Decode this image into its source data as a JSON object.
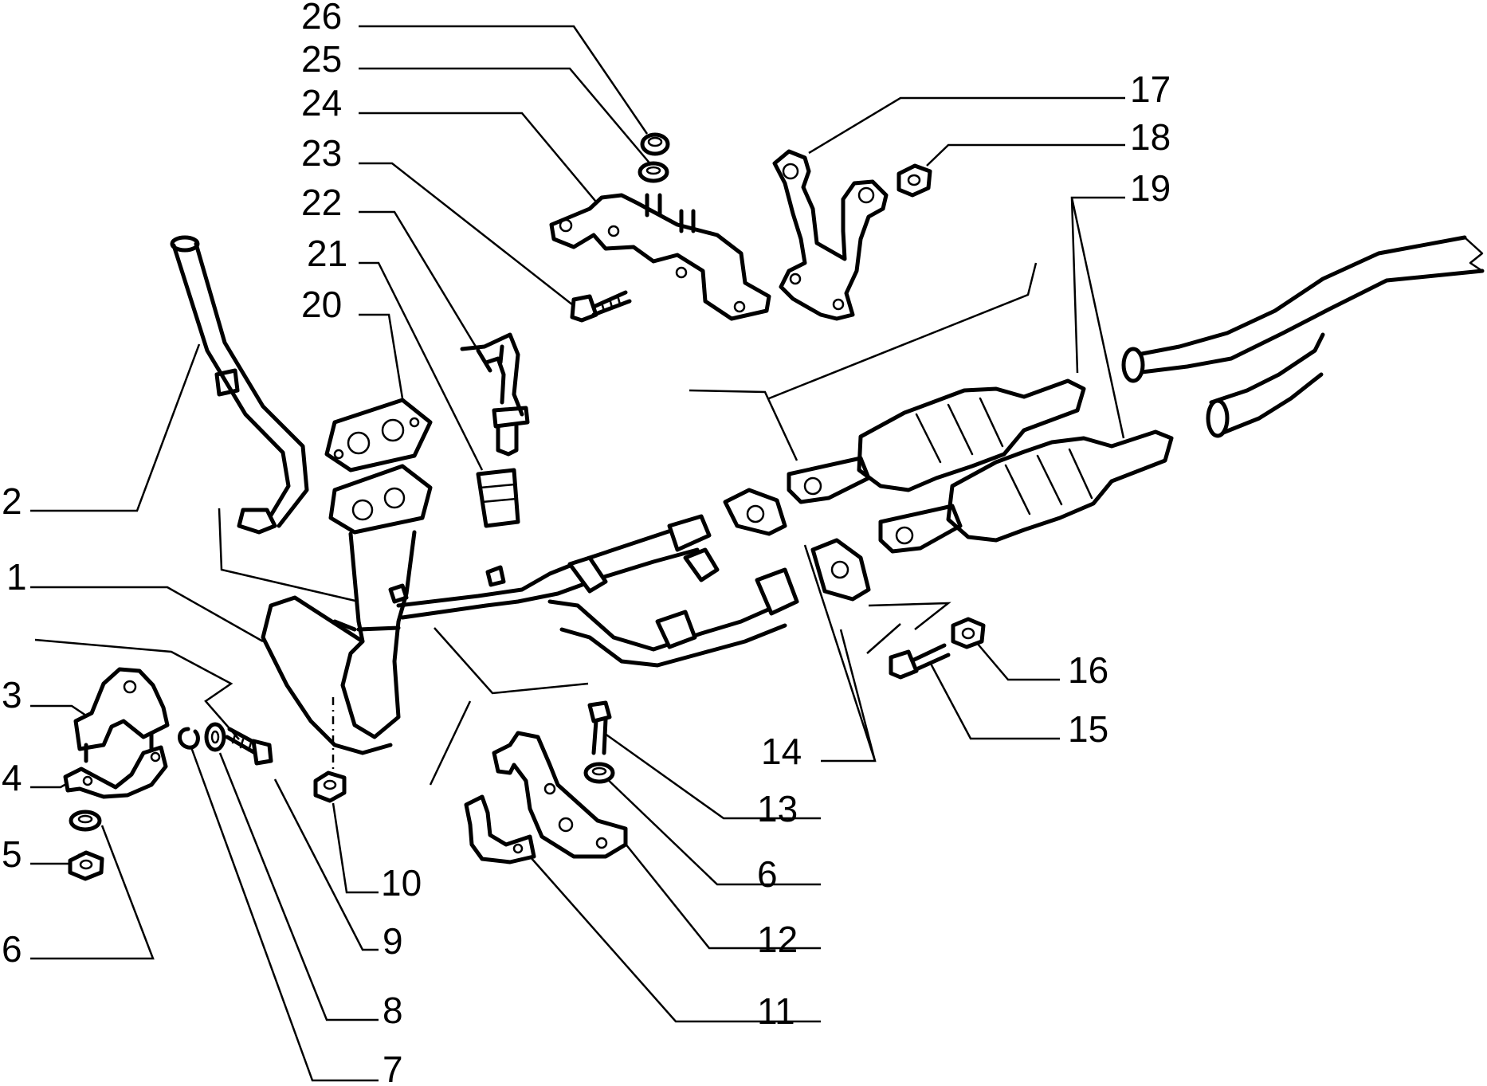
{
  "diagram": {
    "callouts": [
      {
        "id": "c26",
        "label": "26"
      },
      {
        "id": "c25",
        "label": "25"
      },
      {
        "id": "c24",
        "label": "24"
      },
      {
        "id": "c23",
        "label": "23"
      },
      {
        "id": "c22",
        "label": "22"
      },
      {
        "id": "c21",
        "label": "21"
      },
      {
        "id": "c20",
        "label": "20"
      },
      {
        "id": "c17",
        "label": "17"
      },
      {
        "id": "c18",
        "label": "18"
      },
      {
        "id": "c19",
        "label": "19"
      },
      {
        "id": "c2",
        "label": "2"
      },
      {
        "id": "c1",
        "label": "1"
      },
      {
        "id": "c3",
        "label": "3"
      },
      {
        "id": "c4",
        "label": "4"
      },
      {
        "id": "c5",
        "label": "5"
      },
      {
        "id": "c6a",
        "label": "6"
      },
      {
        "id": "c16",
        "label": "16"
      },
      {
        "id": "c15",
        "label": "15"
      },
      {
        "id": "c14",
        "label": "14"
      },
      {
        "id": "c13",
        "label": "13"
      },
      {
        "id": "c6b",
        "label": "6"
      },
      {
        "id": "c12",
        "label": "12"
      },
      {
        "id": "c11",
        "label": "11"
      },
      {
        "id": "c10",
        "label": "10"
      },
      {
        "id": "c9",
        "label": "9"
      },
      {
        "id": "c8",
        "label": "8"
      },
      {
        "id": "c7",
        "label": "7"
      }
    ]
  }
}
